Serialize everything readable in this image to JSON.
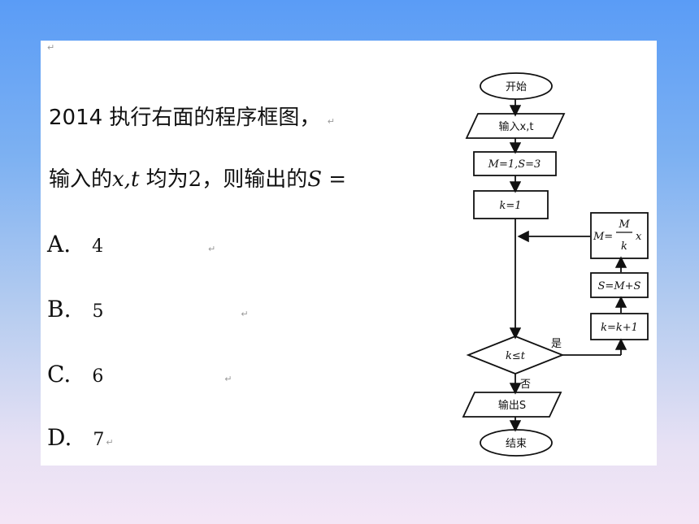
{
  "question": {
    "line1": "2014 执行右面的程序框图，",
    "line2_prefix": "输入的",
    "line2_vars": "x,t",
    "line2_mid": " 均为",
    "line2_num": "2",
    "line2_suffix": "，则输出的",
    "line2_var": "S",
    "line2_eq": " ="
  },
  "paragraph_mark": "↵",
  "options": [
    {
      "letter": "A.",
      "value": "4"
    },
    {
      "letter": "B.",
      "value": "5"
    },
    {
      "letter": "C.",
      "value": "6"
    },
    {
      "letter": "D.",
      "value": "7"
    }
  ],
  "flowchart": {
    "start": "开始",
    "input": "输入x,t",
    "init": "M=1,S=3",
    "k_init": "k=1",
    "update_m_prefix": "M=",
    "update_m_num": "M",
    "update_m_den": "k",
    "update_m_suffix": "x",
    "update_s": "S=M+S",
    "update_k": "k=k+1",
    "condition": "k≤t",
    "yes": "是",
    "no": "否",
    "output": "输出S",
    "end": "结束"
  }
}
